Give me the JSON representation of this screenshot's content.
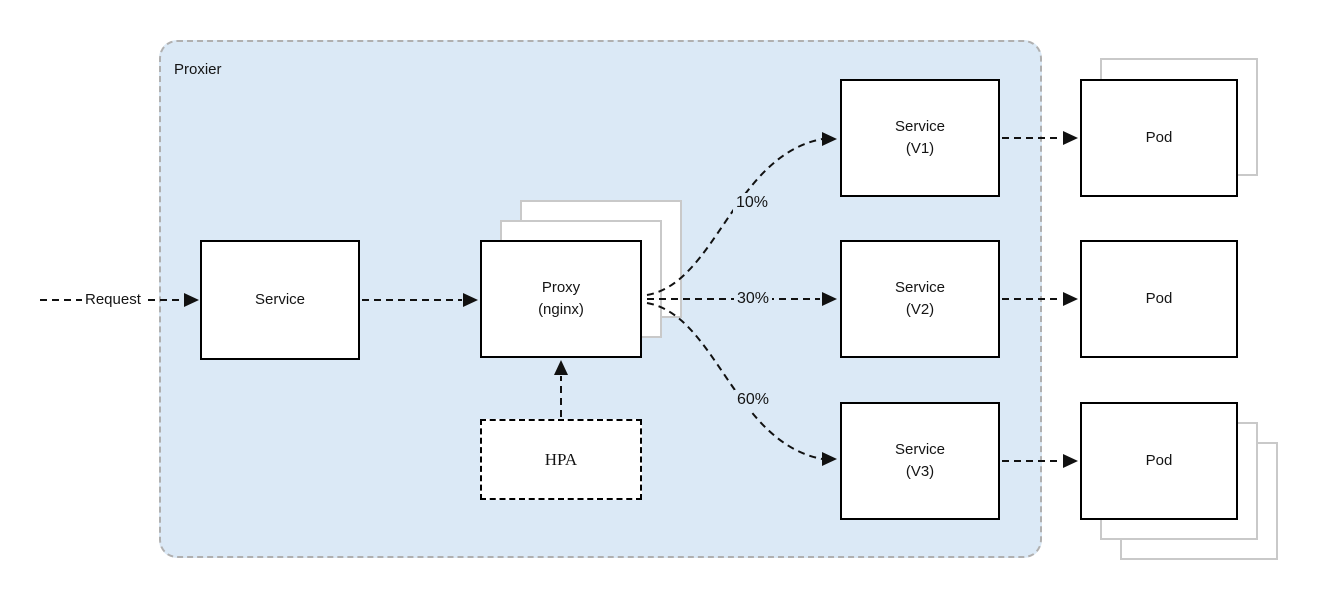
{
  "diagram": {
    "request_label": "Request",
    "proxier_group_label": "Proxier",
    "nodes": {
      "service": {
        "label": "Service"
      },
      "proxy": {
        "line1": "Proxy",
        "line2": "(nginx)"
      },
      "hpa": {
        "label": "HPA"
      },
      "service_v1": {
        "line1": "Service",
        "line2": "(V1)"
      },
      "service_v2": {
        "line1": "Service",
        "line2": "(V2)"
      },
      "service_v3": {
        "line1": "Service",
        "line2": "(V3)"
      },
      "pod_v1": {
        "label": "Pod"
      },
      "pod_v2": {
        "label": "Pod"
      },
      "pod_v3": {
        "label": "Pod"
      }
    },
    "traffic_split": {
      "to_v1": "10%",
      "to_v2": "30%",
      "to_v3": "60%"
    },
    "colors": {
      "group_fill": "#dbe9f6",
      "group_border": "#b0b0b0",
      "node_border": "#000000",
      "shadow_border": "#c9c9c9",
      "arrow": "#111111",
      "text": "#141414"
    }
  }
}
